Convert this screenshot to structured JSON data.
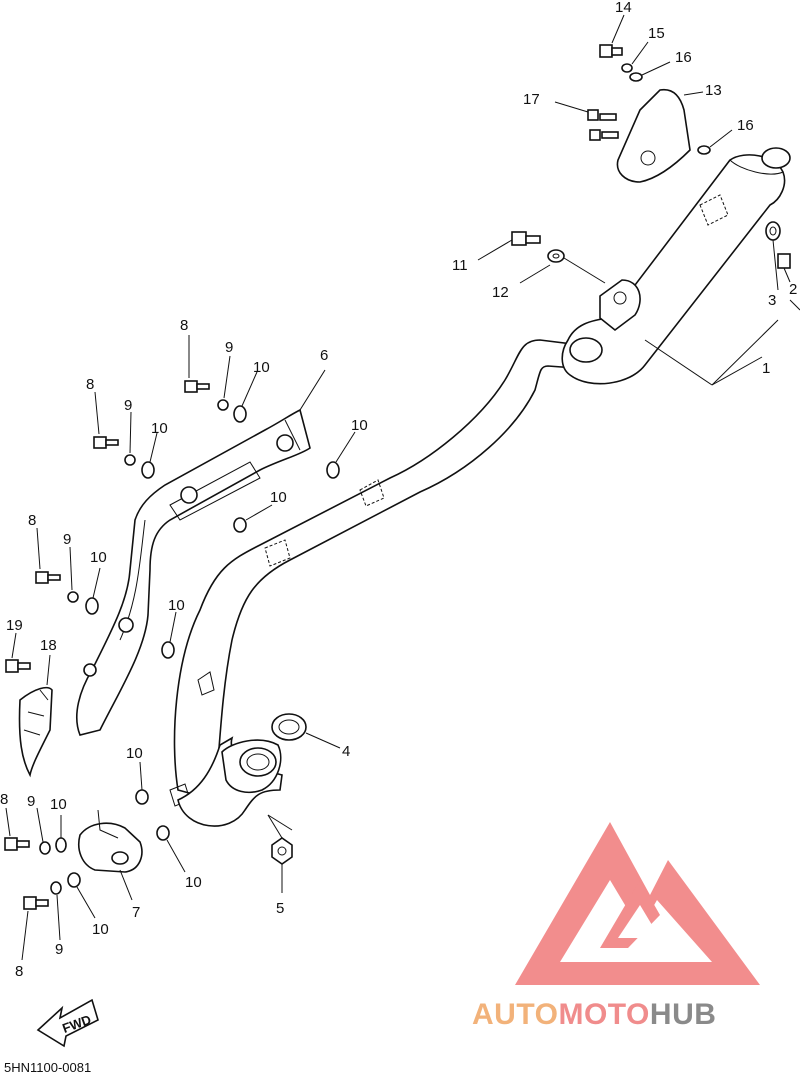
{
  "diagram": {
    "callouts": [
      {
        "id": "c14",
        "text": "14"
      },
      {
        "id": "c15",
        "text": "15"
      },
      {
        "id": "c16a",
        "text": "16"
      },
      {
        "id": "c13",
        "text": "13"
      },
      {
        "id": "c17",
        "text": "17"
      },
      {
        "id": "c16b",
        "text": "16"
      },
      {
        "id": "c11",
        "text": "11"
      },
      {
        "id": "c12",
        "text": "12"
      },
      {
        "id": "c3",
        "text": "3"
      },
      {
        "id": "c2",
        "text": "2"
      },
      {
        "id": "c1",
        "text": "1"
      },
      {
        "id": "c8a",
        "text": "8"
      },
      {
        "id": "c9a",
        "text": "9"
      },
      {
        "id": "c10a",
        "text": "10"
      },
      {
        "id": "c6",
        "text": "6"
      },
      {
        "id": "c8b",
        "text": "8"
      },
      {
        "id": "c9b",
        "text": "9"
      },
      {
        "id": "c10b",
        "text": "10"
      },
      {
        "id": "c10c",
        "text": "10"
      },
      {
        "id": "c10d",
        "text": "10"
      },
      {
        "id": "c8c",
        "text": "8"
      },
      {
        "id": "c9c",
        "text": "9"
      },
      {
        "id": "c10e",
        "text": "10"
      },
      {
        "id": "c10f",
        "text": "10"
      },
      {
        "id": "c19",
        "text": "19"
      },
      {
        "id": "c18",
        "text": "18"
      },
      {
        "id": "c4",
        "text": "4"
      },
      {
        "id": "c10g",
        "text": "10"
      },
      {
        "id": "c8d",
        "text": "8"
      },
      {
        "id": "c9d",
        "text": "9"
      },
      {
        "id": "c10h",
        "text": "10"
      },
      {
        "id": "c10i",
        "text": "10"
      },
      {
        "id": "c7",
        "text": "7"
      },
      {
        "id": "c5",
        "text": "5"
      },
      {
        "id": "c10j",
        "text": "10"
      },
      {
        "id": "c9e",
        "text": "9"
      },
      {
        "id": "c8e",
        "text": "8"
      }
    ],
    "fwd_label": "FWD",
    "drawing_code": "5HN1100-0081"
  },
  "watermark": {
    "part1": "AUTO",
    "part2": "MOTO",
    "part3": "HUB",
    "colors": {
      "auto": "#f2b27a",
      "moto": "#f08c8c",
      "hub": "#8a8a8a",
      "mark": "#f07a7a"
    }
  }
}
